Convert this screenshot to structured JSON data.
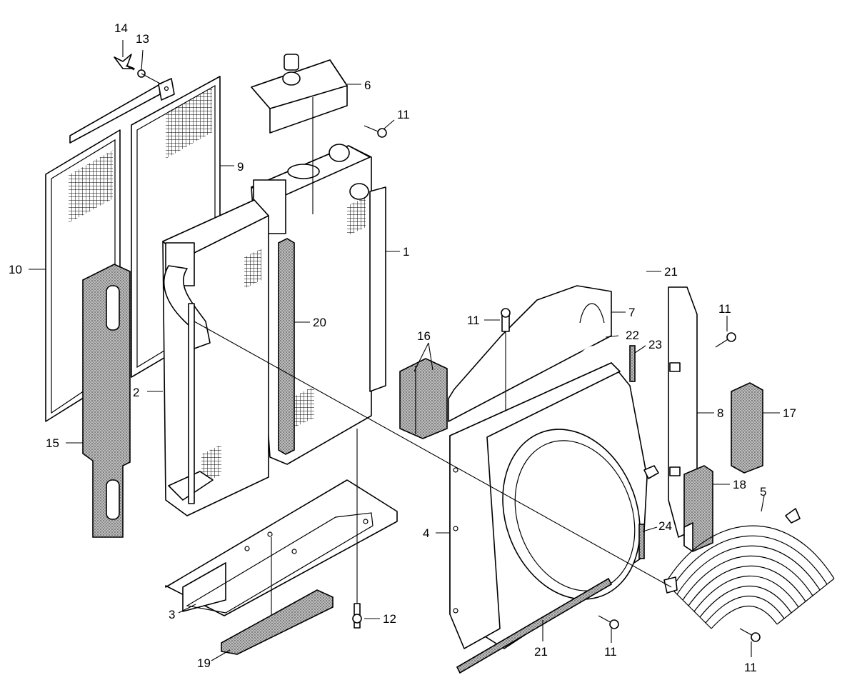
{
  "labels": {
    "p1": "1",
    "p2": "2",
    "p3": "3",
    "p4": "4",
    "p5": "5",
    "p6": "6",
    "p7": "7",
    "p8": "8",
    "p9": "9",
    "p10": "10",
    "p11a": "11",
    "p11b": "11",
    "p11c": "11",
    "p11d": "11",
    "p11e": "11",
    "p12": "12",
    "p13": "13",
    "p14": "14",
    "p15": "15",
    "p16": "16",
    "p17": "17",
    "p18": "18",
    "p19": "19",
    "p20": "20",
    "p21a": "21",
    "p21b": "21",
    "p22": "22",
    "p23": "23",
    "p24": "24"
  }
}
